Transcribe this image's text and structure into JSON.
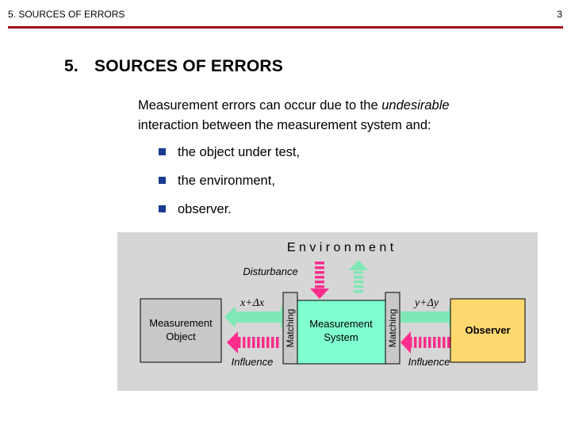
{
  "header": {
    "section": "5. SOURCES OF ERRORS",
    "page_number": "3"
  },
  "title": {
    "number": "5.",
    "text": "SOURCES OF ERRORS"
  },
  "intro": {
    "before": "Measurement errors can occur due to the ",
    "emphasis": "undesirable",
    "after": " interaction between the measurement system and:"
  },
  "bullets": [
    "the object under test,",
    "the environment,",
    "observer."
  ],
  "diagram": {
    "environment_label": "E n v i r o n m e n t",
    "disturbance_label": "Disturbance",
    "object_box": "Measurement Object",
    "matching_left": "Matching",
    "system_box": "Measurement System",
    "matching_right": "Matching",
    "observer_box": "Observer",
    "x_label": "x+Δx",
    "y_label": "y+Δy",
    "influence_left": "Influence",
    "influence_right": "Influence",
    "colors": {
      "panel": "#d6d6d6",
      "box_gray": "#c8c8c8",
      "system_box": "#80ffd0",
      "observer_box": "#ffd870",
      "arrow_green": "#7fe8b6",
      "arrow_pink": "#ff2d8c",
      "rule_red": "#9e0b1e",
      "bullet_blue": "#1a3b8f"
    }
  }
}
